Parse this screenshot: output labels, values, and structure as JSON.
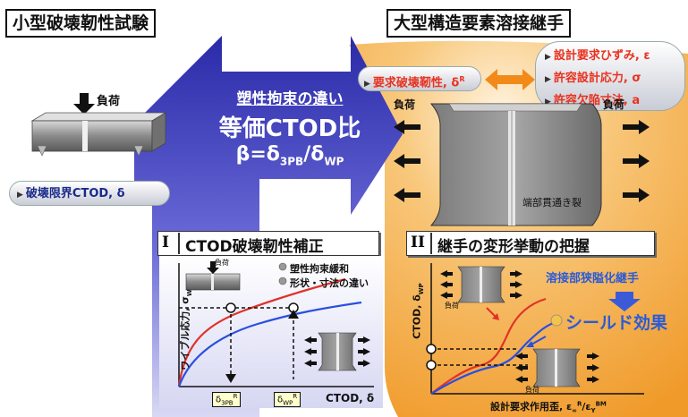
{
  "left_title": "小型破壊靭性試験",
  "right_title": "大型構造要素溶接継手",
  "left_specimen": {
    "load_label": "負荷",
    "pill_text": "破壊限界CTOD, δ"
  },
  "center": {
    "line1": "塑性拘束の違い",
    "line2": "等価CTOD比",
    "line3_prefix": "β=δ",
    "line3_sub1": "3PB",
    "line3_mid": "/δ",
    "line3_sub2": "WP"
  },
  "requirements_pill": "要求破壊靭性, δ",
  "requirements_pill_sup": "R",
  "requirements_list": [
    "設計要求ひずみ, ε",
    "許容設計応力, σ",
    "許容欠陥寸法, a"
  ],
  "big_specimen": {
    "load_left": "負荷",
    "load_right": "負荷",
    "crack_label": "端部貫通き裂"
  },
  "panel1": {
    "roman": "I",
    "title": "CTOD破壊靭性補正",
    "legend": [
      "塑性拘束緩和",
      "形状・寸法の違い"
    ],
    "inset_load": "負荷",
    "y_axis": "ワイブル応力, σ",
    "y_axis_sub": "W",
    "x_axis": "CTOD, δ",
    "box1": "δ",
    "box1_sub": "3PB",
    "box1_sup": "R",
    "box2": "δ",
    "box2_sub": "WP",
    "box2_sup": "R"
  },
  "panel2": {
    "roman": "II",
    "title": "継手の変形挙動の把握",
    "narrow_label": "溶接部狭隘化継手",
    "shield_label": "シールド効果",
    "y_axis": "CTOD, δ",
    "y_axis_sub": "WP",
    "x_axis": "設計要求作用歪, ε",
    "x_axis_tail": "/ε",
    "load_label": "負荷"
  },
  "colors": {
    "blue_arrow": "#2b2bb0",
    "orange": "#f2a23a",
    "red_text": "#e8321e",
    "blue_text": "#2a5bd7"
  }
}
